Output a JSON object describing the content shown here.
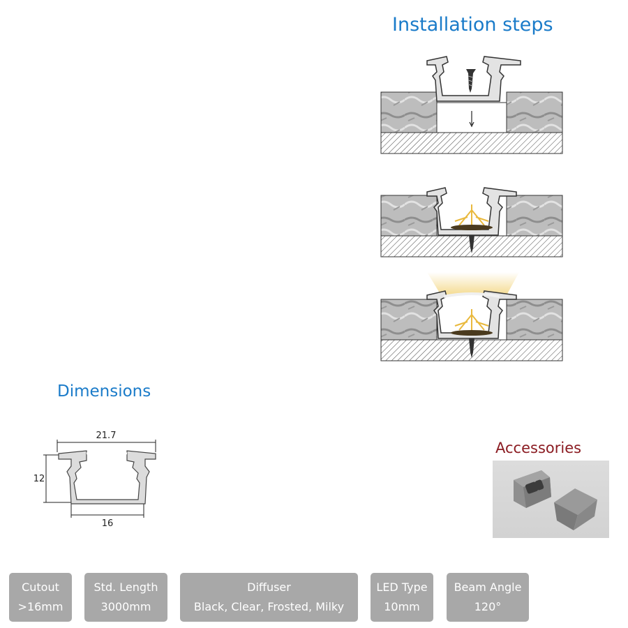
{
  "installation": {
    "title": "Installation steps"
  },
  "dimensions": {
    "title": "Dimensions",
    "width": "21.7",
    "height": "12",
    "inner_width": "16"
  },
  "accessories": {
    "title": "Accessories"
  },
  "colors": {
    "heading_blue": "#1a7bc9",
    "accessories_red": "#8b1c22",
    "spec_box": "#a8a8a8",
    "light": "#f4d98a"
  },
  "specs": [
    {
      "label": "Cutout",
      "value": ">16mm"
    },
    {
      "label": "Std. Length",
      "value": "3000mm"
    },
    {
      "label": "Diffuser",
      "value": "Black, Clear, Frosted, Milky"
    },
    {
      "label": "LED Type",
      "value": "10mm"
    },
    {
      "label": "Beam Angle",
      "value": "120°"
    }
  ]
}
